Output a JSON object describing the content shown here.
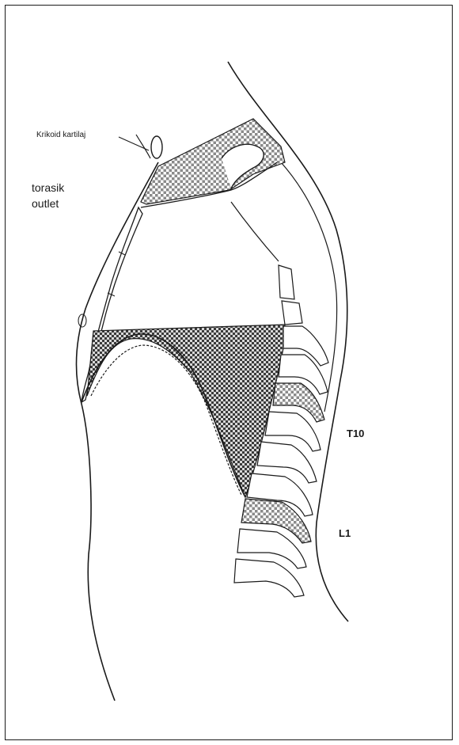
{
  "labels": {
    "krikoid": "Krikoid kartilaj",
    "torasik_line1": "torasik",
    "torasik_line2": "outlet",
    "t10": "T10",
    "l1": "L1"
  },
  "colors": {
    "line": "#1a1a1a",
    "hatch_light": "#7a7a7a",
    "hatch_dark": "#3a3a3a",
    "background": "#ffffff"
  }
}
